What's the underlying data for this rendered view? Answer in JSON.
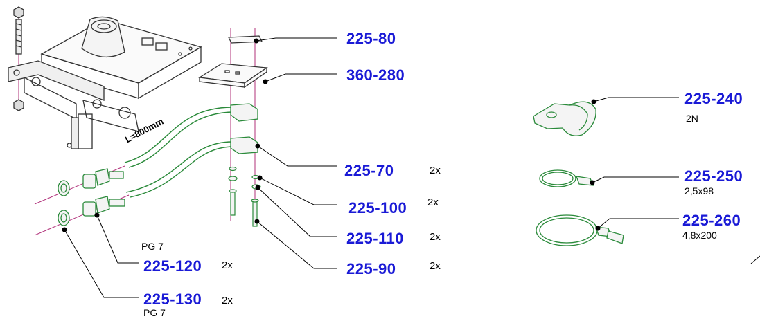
{
  "parts": {
    "p225_80": {
      "number": "225-80"
    },
    "p360_280": {
      "number": "360-280"
    },
    "p225_70": {
      "number": "225-70",
      "qty": "2x"
    },
    "p225_100": {
      "number": "225-100",
      "qty": "2x"
    },
    "p225_110": {
      "number": "225-110",
      "qty": "2x"
    },
    "p225_90": {
      "number": "225-90",
      "qty": "2x"
    },
    "p225_120": {
      "number": "225-120",
      "qty": "2x",
      "spec": "PG 7"
    },
    "p225_130": {
      "number": "225-130",
      "qty": "2x",
      "spec": "PG 7"
    },
    "p225_240": {
      "number": "225-240",
      "spec": "2N"
    },
    "p225_250": {
      "number": "225-250",
      "spec": "2,5x98"
    },
    "p225_260": {
      "number": "225-260",
      "spec": "4,8x200"
    }
  },
  "cable_length": "L=800mm",
  "colors": {
    "part_number": "#1a1ad6",
    "drawing": "#333333",
    "cable": "#2a8a3a",
    "axis": "#b0307a"
  },
  "icons": [
    "bracket-assembly-icon",
    "plate-icon",
    "cable-gland-icon",
    "cable-clamp-icon",
    "cable-tie-icon",
    "screw-icon",
    "washer-icon"
  ]
}
